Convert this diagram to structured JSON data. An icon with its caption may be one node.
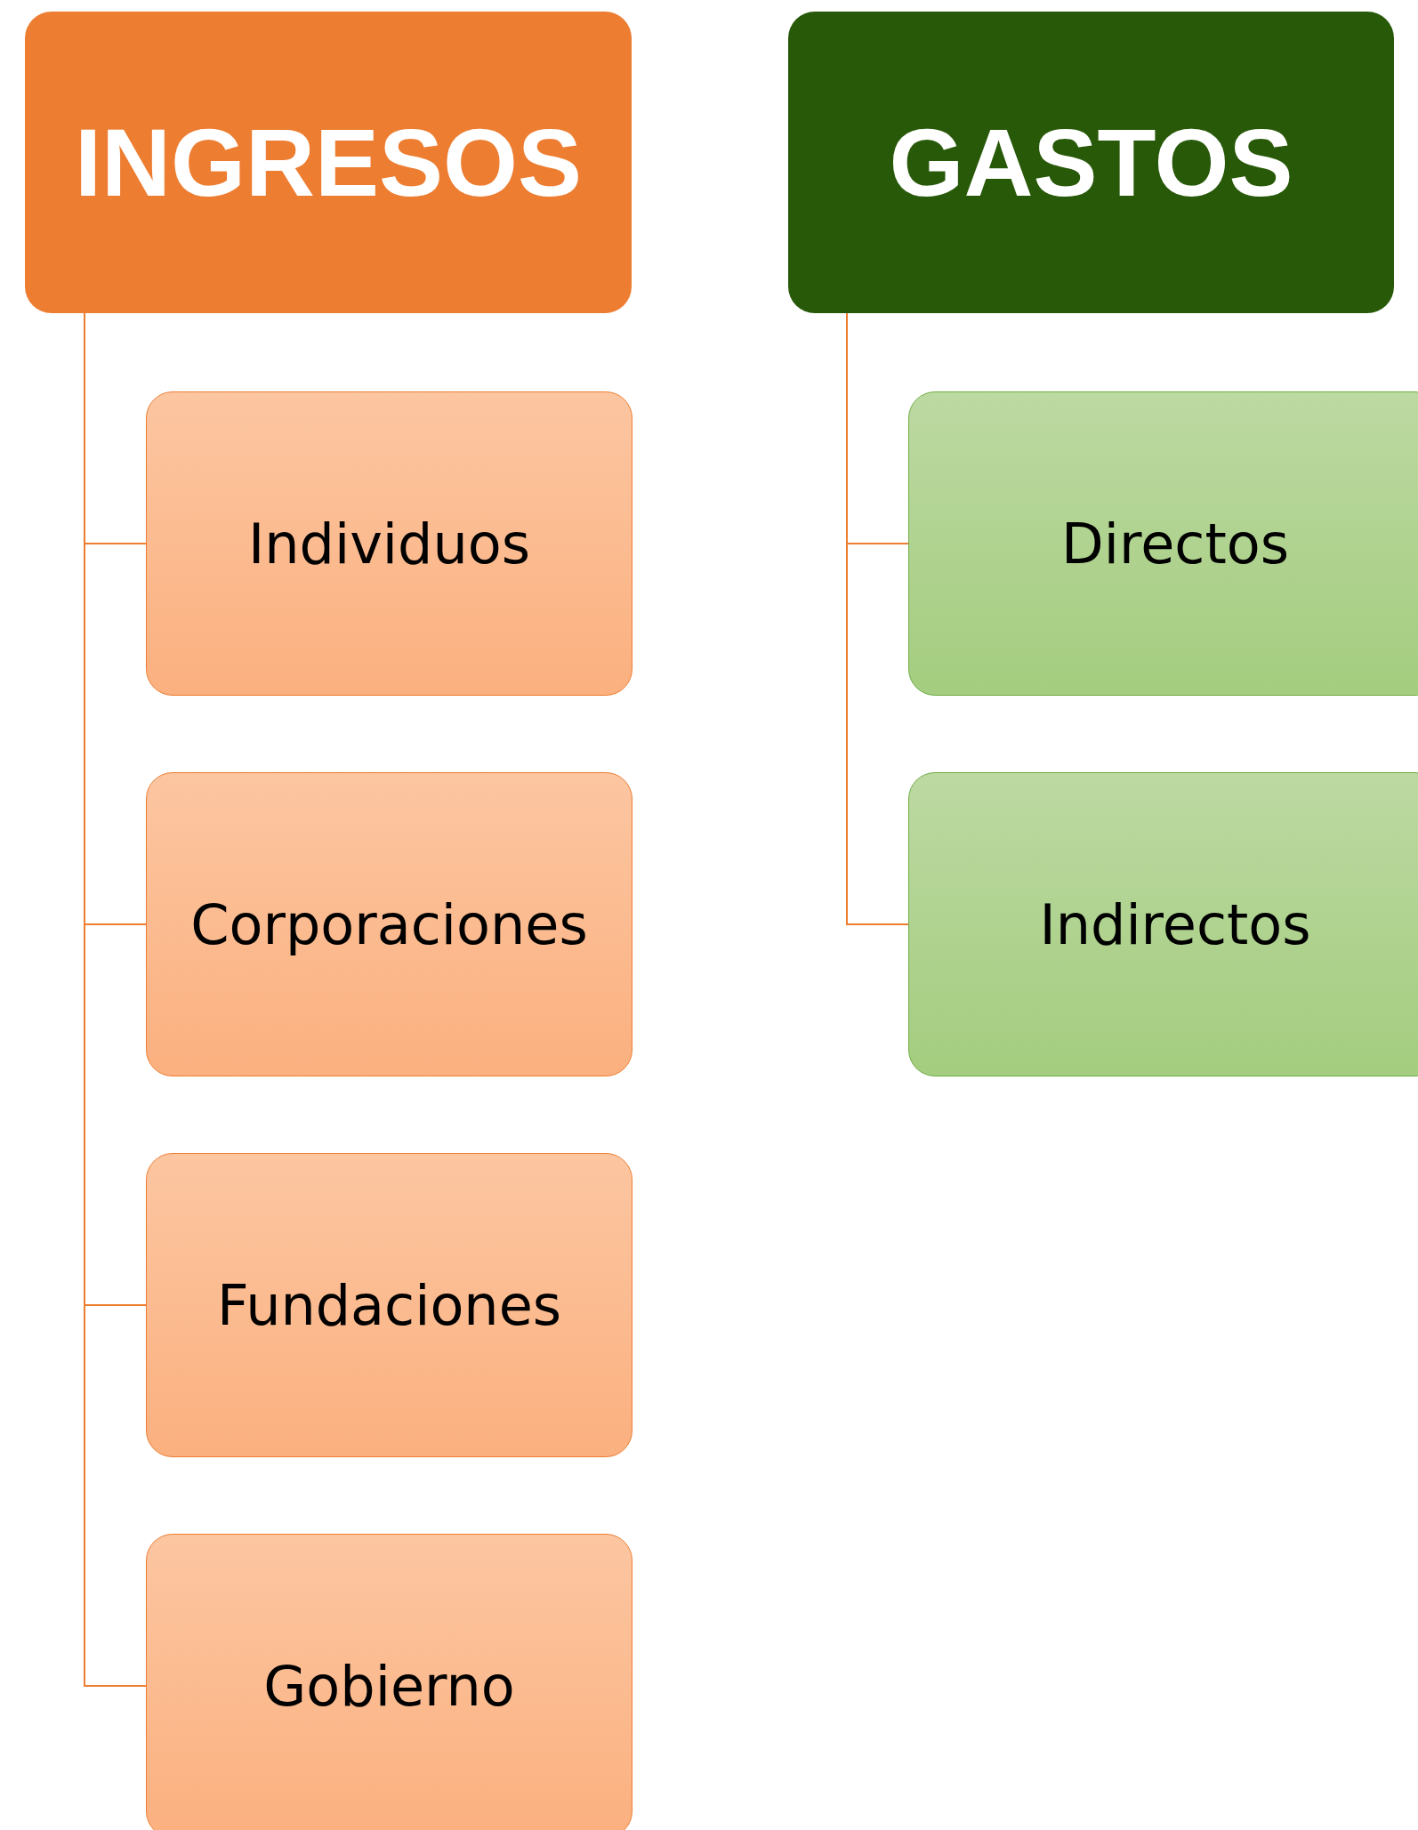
{
  "diagram": {
    "nodes": [
      {
        "text": [
          "INGRESOS"
        ]
      },
      {
        "text": [
          "Individuos"
        ]
      },
      {
        "text": [
          "Corporaciones"
        ]
      },
      {
        "text": [
          "Fundaciones"
        ]
      },
      {
        "text": [
          "Gobierno"
        ]
      },
      {
        "text": [
          "GASTOS"
        ]
      },
      {
        "text": [
          "Directos"
        ]
      },
      {
        "text": [
          "Indirectos"
        ]
      }
    ],
    "edges": [
      {
        "from": 0,
        "to": 1,
        "arrow": "none"
      },
      {
        "from": 0,
        "to": 2,
        "arrow": "none"
      },
      {
        "from": 0,
        "to": 3,
        "arrow": "none"
      },
      {
        "from": 0,
        "to": 4,
        "arrow": "none"
      },
      {
        "from": 5,
        "to": 6,
        "arrow": "none"
      },
      {
        "from": 5,
        "to": 7,
        "arrow": "none"
      }
    ]
  }
}
